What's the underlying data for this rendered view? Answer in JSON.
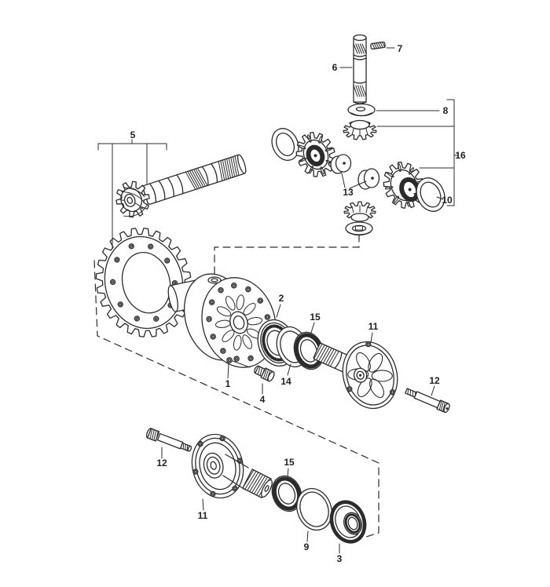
{
  "colors": {
    "background": "#ffffff",
    "ink": "#2b2b2b",
    "label": "#222222"
  },
  "callouts": {
    "p1": "1",
    "p2": "2",
    "p3": "3",
    "p4": "4",
    "p5": "5",
    "p6": "6",
    "p7": "7",
    "p8": "8",
    "p9": "9",
    "p10": "10",
    "p11": "11",
    "p12": "12",
    "p13": "13",
    "p14": "14",
    "p15": "15",
    "p16": "16"
  }
}
